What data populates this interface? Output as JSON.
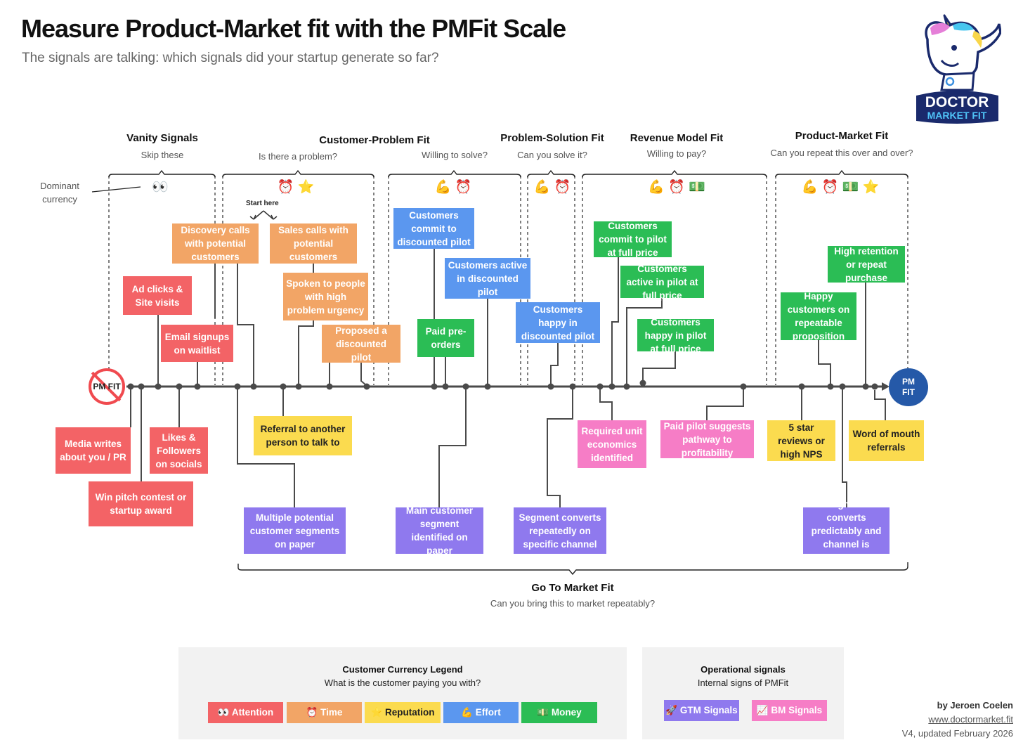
{
  "header": {
    "title": "Measure Product-Market fit with the PMFit Scale",
    "subtitle": "The signals are talking: which signals did your startup generate so far?"
  },
  "logo": {
    "line1": "DOCTOR",
    "line2": "MARKET FIT",
    "icon": "dabbing-unicorn-doctor-mascot"
  },
  "dominant_currency_label": "Dominant currency",
  "start_here_label": "Start here",
  "stages": [
    {
      "title": "Vanity Signals",
      "subtitle": "Skip these",
      "icons": "👀"
    },
    {
      "title": "Customer-Problem Fit",
      "subtitle": "Is there a problem?",
      "icons": "⏰ ⭐"
    },
    {
      "title": "",
      "subtitle": "Willing to solve?",
      "icons": "💪 ⏰"
    },
    {
      "title": "Problem-Solution Fit",
      "subtitle": "Can you solve it?",
      "icons": "💪 ⏰"
    },
    {
      "title": "Revenue Model Fit",
      "subtitle": "Willing to pay?",
      "icons": "💪 ⏰ 💵"
    },
    {
      "title": "Product-Market Fit",
      "subtitle": "Can you repeat this over and over?",
      "icons": "💪 ⏰ 💵 ⭐"
    }
  ],
  "timeline": {
    "start_label": "PM FIT",
    "end_label": "PM FIT"
  },
  "signals": [
    {
      "text": "Discovery calls with potential customers",
      "currency": "time"
    },
    {
      "text": "Sales calls with potential customers",
      "currency": "time"
    },
    {
      "text": "Ad clicks & Site visits",
      "currency": "attention"
    },
    {
      "text": "Spoken to people with high problem urgency",
      "currency": "time"
    },
    {
      "text": "Email signups on waitlist",
      "currency": "attention"
    },
    {
      "text": "Proposed a discounted pilot",
      "currency": "time"
    },
    {
      "text": "Customers commit to discounted pilot",
      "currency": "effort"
    },
    {
      "text": "Customers active in discounted pilot",
      "currency": "effort"
    },
    {
      "text": "Paid pre-orders",
      "currency": "money"
    },
    {
      "text": "Customers happy in discounted pilot",
      "currency": "effort"
    },
    {
      "text": "Customers commit to pilot at full price",
      "currency": "money"
    },
    {
      "text": "Customers active in pilot at full price",
      "currency": "money"
    },
    {
      "text": "Customers happy in pilot at full price",
      "currency": "money"
    },
    {
      "text": "High retention or repeat purchase",
      "currency": "money"
    },
    {
      "text": "Happy customers on repeatable proposition",
      "currency": "money"
    },
    {
      "text": "Media writes about you / PR",
      "currency": "attention"
    },
    {
      "text": "Likes & Followers on socials",
      "currency": "attention"
    },
    {
      "text": "Win pitch contest or startup award",
      "currency": "attention"
    },
    {
      "text": "Referral to another person to talk to",
      "currency": "reputation"
    },
    {
      "text": "Multiple potential customer segments on paper",
      "currency": "gtm"
    },
    {
      "text": "Main customer segment identified on paper",
      "currency": "gtm"
    },
    {
      "text": "Segment converts repeatedly on specific channel",
      "currency": "gtm"
    },
    {
      "text": "Required unit economics identified",
      "currency": "bm"
    },
    {
      "text": "Paid pilot suggests pathway to profitability",
      "currency": "bm"
    },
    {
      "text": "5 star reviews or high NPS",
      "currency": "reputation"
    },
    {
      "text": "Word of mouth referrals",
      "currency": "reputation"
    },
    {
      "text": "Segment converts predictably and channel is repeatable",
      "currency": "gtm"
    }
  ],
  "go_to_market": {
    "title": "Go To Market Fit",
    "subtitle": "Can you bring this to market repeatably?"
  },
  "legend": {
    "title": "Customer Currency Legend",
    "subtitle": "What is the customer paying you with?",
    "items": [
      {
        "label": "👀 Attention",
        "color": "#f36366"
      },
      {
        "label": "⏰ Time",
        "color": "#f2a566"
      },
      {
        "label": "⭐ Reputation",
        "color": "#fbdb4f"
      },
      {
        "label": "💪 Effort",
        "color": "#5b97ef"
      },
      {
        "label": "💵 Money",
        "color": "#2bbd55"
      }
    ]
  },
  "operational": {
    "title": "Operational signals",
    "subtitle": "Internal signs of PMFit",
    "items": [
      {
        "label": "🚀 GTM Signals",
        "color": "#8f79ee"
      },
      {
        "label": "📈 BM Signals",
        "color": "#f67dc6"
      }
    ]
  },
  "credits": {
    "author": "by Jeroen Coelen",
    "website": "www.doctormarket.fit",
    "version": "V4, updated February 2026"
  }
}
